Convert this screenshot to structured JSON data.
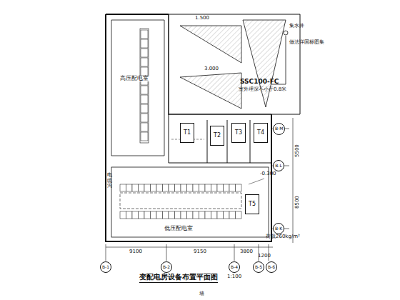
{
  "diagram": {
    "title": "变配电房设备布置平面图",
    "nodes": [
      {
        "text": [
          "高压配电室"
        ]
      },
      {
        "text": [
          "T1"
        ]
      },
      {
        "text": [
          "T2"
        ]
      },
      {
        "text": [
          "T3"
        ]
      },
      {
        "text": [
          "T4"
        ]
      },
      {
        "text": [
          "低压配电室"
        ]
      },
      {
        "text": [
          "T5"
        ]
      },
      {
        "text": [
          "B-1"
        ]
      },
      {
        "text": [
          "B-2"
        ]
      },
      {
        "text": [
          "B-4"
        ]
      },
      {
        "text": [
          "B-5"
        ]
      },
      {
        "text": [
          "B-6"
        ]
      },
      {
        "text": [
          "B-M"
        ]
      },
      {
        "text": [
          "B-L"
        ]
      },
      {
        "text": [
          "B-K"
        ]
      }
    ],
    "labels": [
      "集水井",
      "做法详国标图集",
      "SSC100-FC",
      "室外埋深不小于0.8米",
      "1.500",
      "3.000",
      "-0.300",
      "9100",
      "9150",
      "3800",
      "1200",
      "5500",
      "8500",
      "荷载260kg/m²",
      "1:100",
      "墙",
      "电缆沟"
    ]
  }
}
